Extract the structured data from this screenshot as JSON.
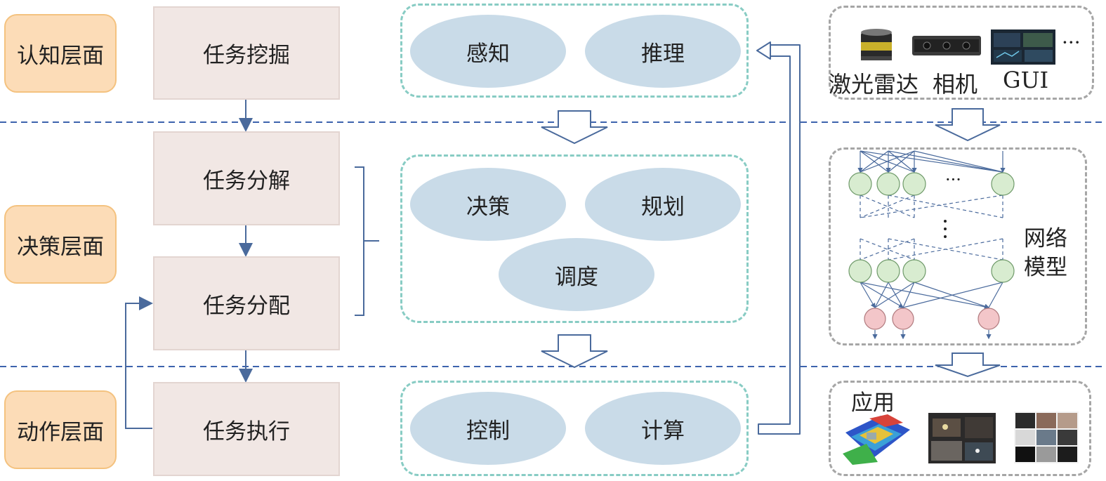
{
  "levels": {
    "cognition": "认知层面",
    "decision": "决策层面",
    "action": "动作层面"
  },
  "tasks": {
    "mining": "任务挖掘",
    "decompose": "任务分解",
    "allocate": "任务分配",
    "execute": "任务执行"
  },
  "capabilities": {
    "perception": "感知",
    "reasoning": "推理",
    "decision_making": "决策",
    "planning": "规划",
    "scheduling": "调度",
    "control": "控制",
    "computing": "计算"
  },
  "sensors": {
    "lidar": "激光雷达",
    "camera": "相机",
    "gui": "GUI",
    "ellipsis": "···"
  },
  "network": {
    "label_line1": "网络",
    "label_line2": "模型",
    "hidden_ellipsis": "···"
  },
  "applications": {
    "title": "应用"
  },
  "colors": {
    "level_fill": "#fcdcb7",
    "level_border": "#f4c27f",
    "task_fill": "#f1e7e4",
    "ellipse_fill": "#c9dbe8",
    "teal_dash": "#88ccc4",
    "gray_dash": "#a6a6a6",
    "blue_divider": "#3d63ad",
    "arrow": "#4a6a9c",
    "neuron_green": "#d8ecd0",
    "neuron_pink": "#f3c6c9"
  }
}
